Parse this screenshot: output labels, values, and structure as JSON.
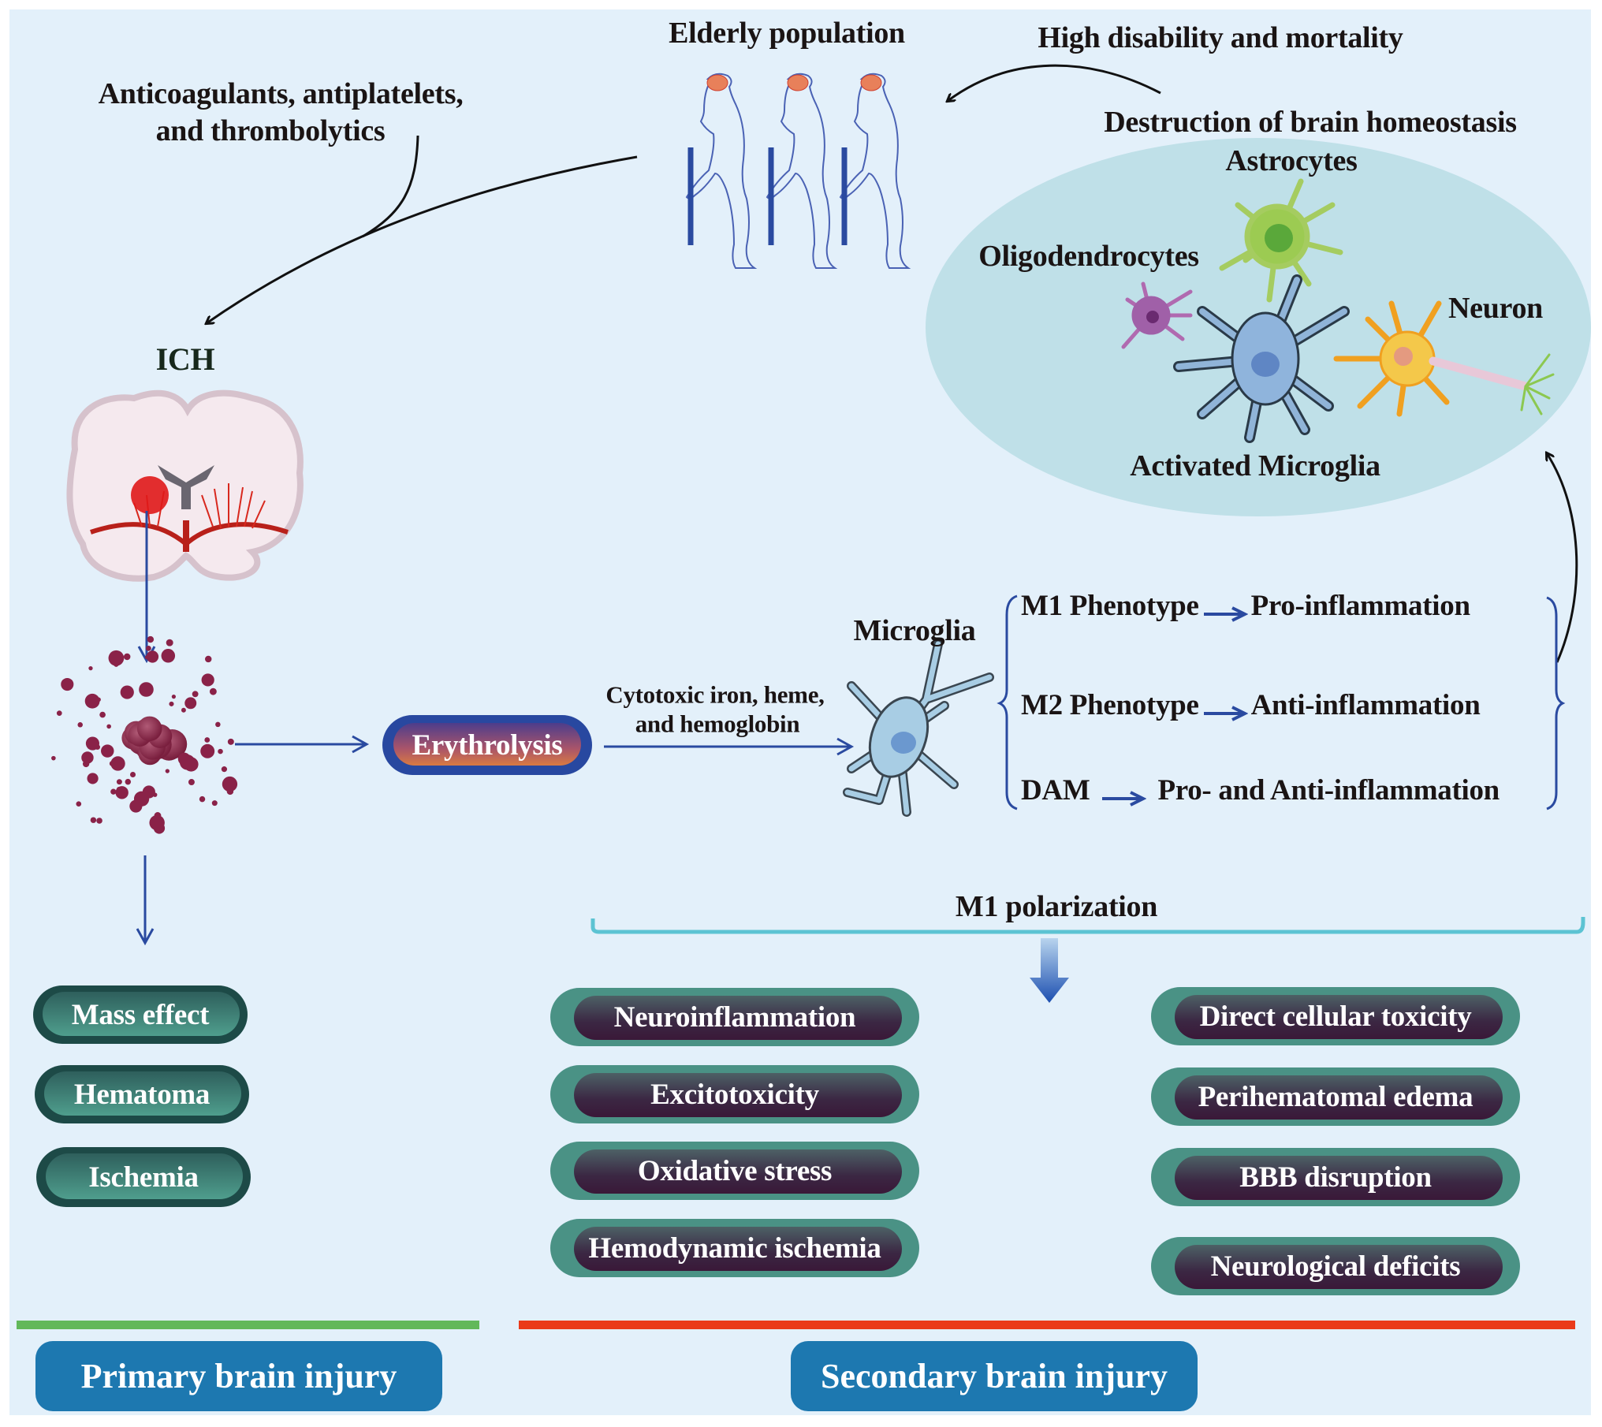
{
  "top": {
    "elderly_population": "Elderly population",
    "high_disability": "High disability and mortality",
    "drugs_line1": "Anticoagulants, antiplatelets,",
    "drugs_line2": "and thrombolytics",
    "destruction": "Destruction of brain homeostasis"
  },
  "cells": {
    "astrocytes": "Astrocytes",
    "oligodendrocytes": "Oligodendrocytes",
    "neuron": "Neuron",
    "activated_microglia": "Activated Microglia"
  },
  "ich": {
    "label": "ICH",
    "erythrolysis": "Erythrolysis",
    "cytotoxic_line1": "Cytotoxic iron, heme,",
    "cytotoxic_line2": "and hemoglobin",
    "microglia": "Microglia"
  },
  "phenotypes": [
    {
      "name": "M1 Phenotype",
      "effect": "Pro-inflammation"
    },
    {
      "name": "M2 Phenotype",
      "effect": "Anti-inflammation"
    },
    {
      "name": "DAM",
      "effect": "Pro- and Anti-inflammation"
    }
  ],
  "m1_polarization": "M1 polarization",
  "primary_effects": [
    "Mass effect",
    "Hematoma",
    "Ischemia"
  ],
  "secondary_effects_left": [
    "Neuroinflammation",
    "Excitotoxicity",
    "Oxidative stress",
    "Hemodynamic ischemia"
  ],
  "secondary_effects_right": [
    "Direct cellular toxicity",
    "Perihematomal edema",
    "BBB disruption",
    "Neurological deficits"
  ],
  "sections": {
    "primary": "Primary brain injury",
    "secondary": "Secondary brain injury"
  },
  "colors": {
    "background": "#e3f0fa",
    "ellipse": "#bfe0e8",
    "flow_arrow": "#2a4aa0",
    "primary_bar": "#62b85a",
    "secondary_bar": "#ea3a1a",
    "section_box": "#1d78b0",
    "bracket": "#5cc3d3"
  }
}
